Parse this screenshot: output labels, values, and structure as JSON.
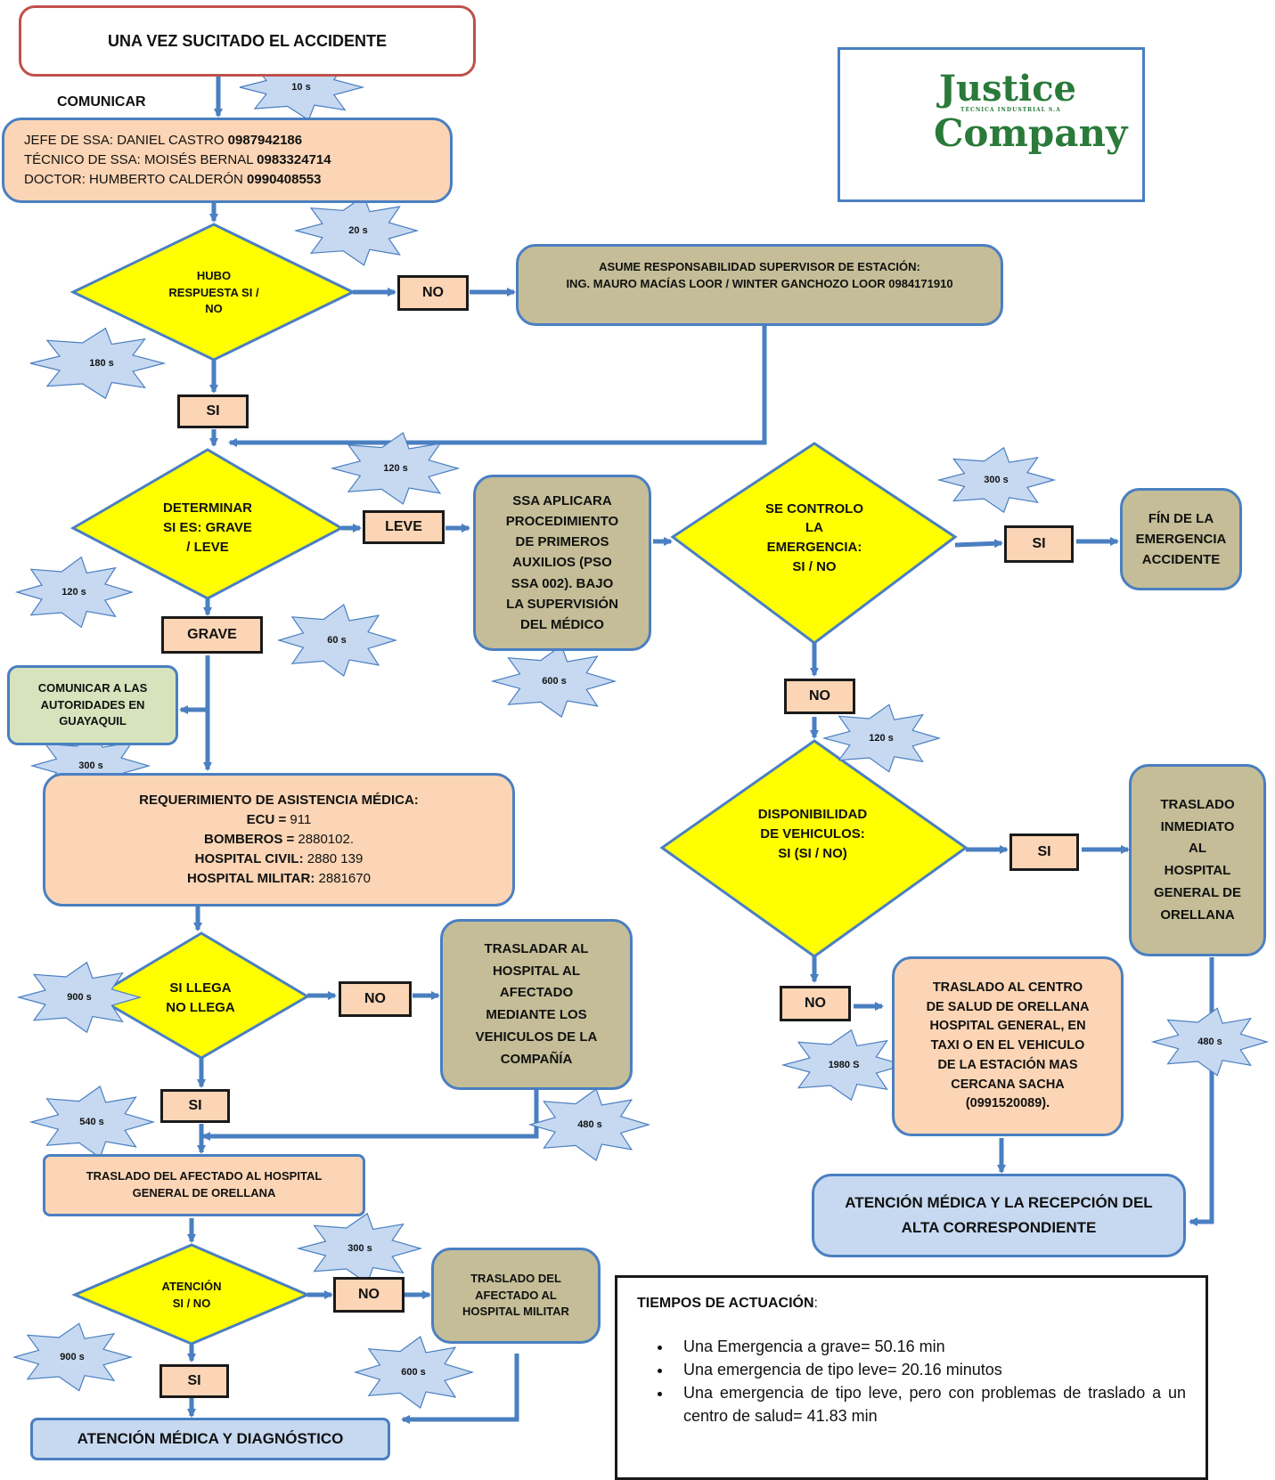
{
  "start": {
    "title": "UNA VEZ SUCITADO EL ACCIDENTE"
  },
  "comunicar": {
    "label": "COMUNICAR",
    "contacts": [
      {
        "role": "JEFE DE SSA: DANIEL CASTRO ",
        "phone": "0987942186"
      },
      {
        "role": "TÉCNICO DE SSA: MOISÉS BERNAL ",
        "phone": "0983324714"
      },
      {
        "role": "DOCTOR: HUMBERTO CALDERÓN ",
        "phone": "0990408553"
      }
    ]
  },
  "logo": {
    "line1": "Justice",
    "line2": "Company",
    "tagline": "TÉCNICA INDUSTRIAL S.A"
  },
  "respuesta": {
    "l1": "HUBO",
    "l2": "RESPUESTA SI /",
    "l3": "NO"
  },
  "supervisor": {
    "l1": "ASUME RESPONSABILIDAD SUPERVISOR DE ESTACIÓN:",
    "l2": "ING. MAURO MACÍAS LOOR / WINTER GANCHOZO LOOR  0984171910"
  },
  "determinar": {
    "l1": "DETERMINAR",
    "l2": "SI ES: GRAVE",
    "l3": "/ LEVE"
  },
  "primeros_auxilios": {
    "l1": "SSA APLICARA",
    "l2": "PROCEDIMIENTO",
    "l3": "DE PRIMEROS",
    "l4": "AUXILIOS (PSO",
    "l5": "SSA 002). BAJO",
    "l6": "LA SUPERVISIÓN",
    "l7": "DEL MÉDICO"
  },
  "controlo": {
    "l1": "SE CONTROLO",
    "l2": "LA",
    "l3": "EMERGENCIA:",
    "l4": "SI / NO"
  },
  "fin": {
    "l1": "FÍN DE LA",
    "l2": "EMERGENCIA",
    "l3": "ACCIDENTE"
  },
  "autoridades": {
    "l1": "COMUNICAR A  LAS",
    "l2": "AUTORIDADES EN",
    "l3": "GUAYAQUIL"
  },
  "requerimiento": {
    "title": "REQUERIMIENTO DE ASISTENCIA MÉDICA:",
    "rows": [
      {
        "k": "ECU = ",
        "v": " 911"
      },
      {
        "k": "BOMBEROS = ",
        "v": "2880102."
      },
      {
        "k": "HOSPITAL CIVIL: ",
        "v": "2880 139"
      },
      {
        "k": "HOSPITAL MILITAR: ",
        "v": "2881670"
      }
    ]
  },
  "disponibilidad": {
    "l1": "DISPONIBILIDAD",
    "l2": "DE VEHICULOS:",
    "l3": "SI (SI / NO)"
  },
  "traslado_inmediato": {
    "l1": "TRASLADO",
    "l2": "INMEDIATO",
    "l3": "AL",
    "l4": "HOSPITAL",
    "l5": "GENERAL DE",
    "l6": "ORELLANA"
  },
  "si_llega": {
    "l1": "SI LLEGA",
    "l2": "NO LLEGA"
  },
  "trasladar_compania": {
    "l1": "TRASLADAR AL",
    "l2": "HOSPITAL  AL",
    "l3": "AFECTADO",
    "l4": "MEDIANTE LOS",
    "l5": "VEHICULOS DE LA",
    "l6": "COMPAÑÍA"
  },
  "centro_salud": {
    "l1": "TRASLADO AL CENTRO",
    "l2": "DE SALUD DE ORELLANA",
    "l3": "HOSPITAL GENERAL, EN",
    "l4": "TAXI O EN EL VEHICULO",
    "l5": "DE LA ESTACIÓN MAS",
    "l6": "CERCANA SACHA",
    "l7": "(0991520089)."
  },
  "traslado_orellana": {
    "l1": "TRASLADO DEL AFECTADO AL HOSPITAL",
    "l2": "GENERAL DE ORELLANA"
  },
  "alta": {
    "l1": "ATENCIÓN MÉDICA Y LA RECEPCIÓN DEL",
    "l2": "ALTA CORRESPONDIENTE"
  },
  "atencion": {
    "l1": "ATENCIÓN",
    "l2": "SI / NO"
  },
  "militar": {
    "l1": "TRASLADO DEL",
    "l2": "AFECTADO AL",
    "l3": "HOSPITAL MILITAR"
  },
  "diagnostico": {
    "title": "ATENCIÓN MÉDICA Y DIAGNÓSTICO"
  },
  "tiempos": {
    "title": "TIEMPOS DE ACTUACIÓN",
    "colon": ":",
    "items": [
      "Una Emergencia a grave= 50.16 min",
      "Una emergencia  de tipo leve= 20.16 minutos",
      "Una emergencia de tipo leve, pero con problemas de traslado a un centro de salud= 41.83 min"
    ]
  },
  "labels": {
    "no": "NO",
    "si": "SI",
    "leve": "LEVE",
    "grave": "GRAVE"
  },
  "times": {
    "t10": "10 s",
    "t20": "20  s",
    "t180": "180 s",
    "t120a": "120  s",
    "t120b": "120  s",
    "t60": "60 s",
    "t600a": "600 s",
    "t300a": "300 s",
    "t120c": "120 s",
    "t300b": "300  s",
    "t900a": "900  s",
    "t540": "540  s",
    "t480a": "480  s",
    "t1980": "1980 S",
    "t480b": "480 s",
    "t300c": "300 s",
    "t900b": "900 s",
    "t600b": "600  s"
  },
  "colors": {
    "arrow": "#4a7fc1",
    "diamond": "#ffff00",
    "peach": "#fbd5b5",
    "tan": "#c4bd97",
    "green": "#d6e3bc",
    "light_blue": "#c6d9f1",
    "start_border": "#c0504d",
    "star": "#c6d9f1"
  }
}
